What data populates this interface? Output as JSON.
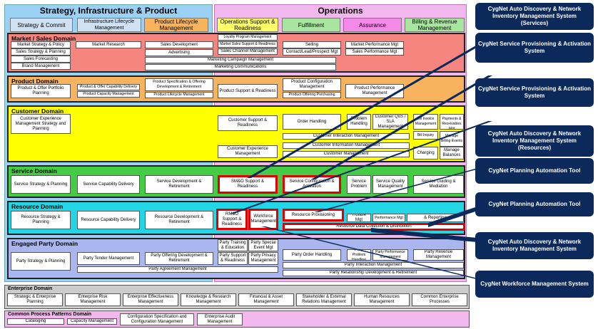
{
  "headers": {
    "sip": "Strategy, Infrastructure & Product",
    "ops": "Operations"
  },
  "columns": {
    "strategy": "Strategy & Commit",
    "infra": "Infrastructure Lifecycle Management",
    "plm": "Product Lifecycle Management",
    "osr": "Operations Support & Readiness",
    "fulfillment": "Fulfillment",
    "assurance": "Assurance",
    "billing": "Billing & Revenue Management"
  },
  "market": {
    "title": "Market / Sales Domain",
    "b1": "Market Strategy & Policy",
    "b2": "Sales Strategy & Planning",
    "b3": "Sales Forecasting",
    "b4": "Brand Management",
    "b5": "Market Research",
    "b6": "Sales Development",
    "b7": "Advertising",
    "b8": "Loyalty Program Management",
    "b9": "Market Sales Support & Readiness",
    "b10": "Sales Channel Management",
    "b11": "Selling",
    "b12": "Contact/Lead/Prospect Mgt",
    "b13": "Market Performance Mgt",
    "b14": "Sales Performance Mgt",
    "b15": "Marketing Campaign Management",
    "b16": "Marketing Communications"
  },
  "product": {
    "title": "Product Domain",
    "b1": "Product & Offer Portfolio Planning",
    "b2": "Product & Offer Capability Delivery",
    "b3": "Product Capacity Management",
    "b4": "Product Specification & Offering Development & Retirement",
    "b5": "Product Lifecycle Management",
    "b6": "Product Support & Readiness",
    "b7": "Product Configuration Management",
    "b8": "Product Offering Purchasing",
    "b9": "Product Performance Management"
  },
  "customer": {
    "title": "Customer Domain",
    "b1": "Customer Experience Management Strategy and Planning",
    "b2": "Customer Support & Readiness",
    "b3": "Customer Experience Management",
    "b4": "Order Handling",
    "b5": "Problem Handling",
    "b6": "Customer QoS / SLA Management",
    "b7": "Bill Invoice Management",
    "b8": "Bill Payments & Receivables Mgt",
    "b9": "Bill Inquiry",
    "b10": "Manage Billing Events",
    "b11": "Customer Interaction Management",
    "b12": "Customer Information Management",
    "b13": "Customer Management",
    "b14": "Charging",
    "b15": "Manage Balances"
  },
  "service": {
    "title": "Service Domain",
    "b1": "Service Strategy & Planning",
    "b2": "Service Capability Delivery",
    "b3": "Service Development & Retirement",
    "b4": "SM&O Support & Readiness",
    "b5": "Service Configuration & Activation",
    "b6": "Service Problem",
    "b7": "Service Quality Management",
    "b8": "Service Guiding & Mediation"
  },
  "resource": {
    "title": "Resource Domain",
    "b1": "Resource Strategy & Planning",
    "b2": "Resource Capability Delivery",
    "b3": "Resource Development & Retirement",
    "b4": "RM&O Support & Readiness",
    "b5": "Workforce Management",
    "b6": "Resource Provisioning",
    "b7": "Trouble Mgt",
    "b8": "Performance Mgt",
    "b9": "& Reporting",
    "b10": "Resource Data Collection & Distribution"
  },
  "party": {
    "title": "Engaged Party Domain",
    "b1": "Party Strategy & Planning",
    "b2": "Party Tender Management",
    "b3": "Party Offering Development & Retirement",
    "b4": "Party Training & Education",
    "b5": "Party Special Event Mgt",
    "b6": "Party Support & Readiness",
    "b7": "Party Privacy Management",
    "b8": "Party Order Handling",
    "b9": "Party Problem Handling",
    "b10": "Party Performance Management",
    "b11": "Party Revenue Management",
    "b12": "Party Agreement Management",
    "b13": "Party Interaction Management",
    "b14": "Party Relationship Development & Retirement"
  },
  "enterprise": {
    "title": "Enterprise Domain",
    "items": [
      "Strategic & Enterprise Planning",
      "Enterprise Risk Management",
      "Enterprise Effectiveness Management",
      "Knowledge & Research Management",
      "Financial & Asset Management",
      "Stakeholder & External Relations Management",
      "Human Resources Management",
      "Common Enterprise Processes"
    ]
  },
  "common": {
    "title": "Common Process Patterns Domain",
    "items": [
      "Cataloging",
      "Capacity Management",
      "Configuration Specification and Configuration Management",
      "Enterprise Audit Management"
    ]
  },
  "callouts": [
    "CygNet Auto Discovery & Network Inventory Management System (Services)",
    "CygNet Service Provisioning & Activation System",
    "CygNet Service Provisioning & Activation System",
    "CygNet Auto Discovery & Network Inventory Management System (Resources)",
    "CygNet Planning Automation Tool",
    "CygNet Planning Automation Tool",
    "CygNet Auto Discovery & Network Inventory Management System",
    "CygNet Workforce Management System"
  ],
  "colors": {
    "callout": "#0b2a5b",
    "highlight": "#e00000",
    "market": "#f6847f",
    "product": "#f7b35e",
    "customer": "#ffff00",
    "service": "#44cc44",
    "resource": "#22d6e6",
    "party": "#aab6f0"
  }
}
